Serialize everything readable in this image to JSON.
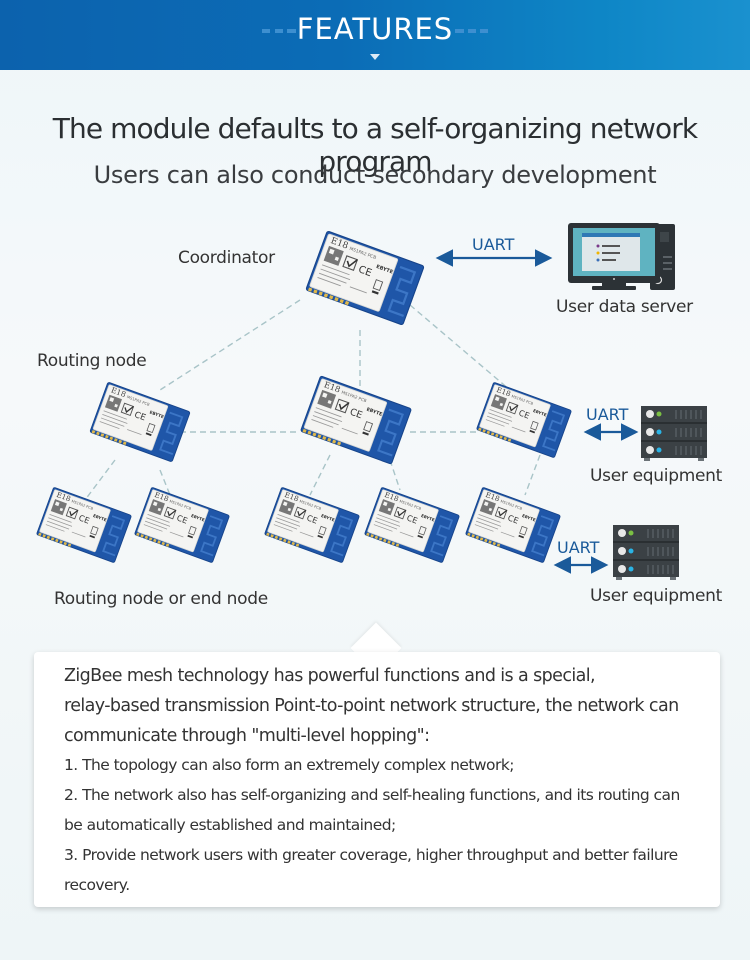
{
  "banner": {
    "title": "FEATURES",
    "colors": {
      "start": "#0c62ad",
      "end": "#1a91cf"
    }
  },
  "headline": "The module defaults to a self-organizing network program",
  "subline": "Users can also conduct secondary development",
  "diagram": {
    "labels": {
      "coordinator": "Coordinator",
      "routing_node": "Routing node",
      "routing_or_end_node": "Routing node or end node",
      "user_data_server": "User data server",
      "user_equipment_1": "User equipment",
      "user_equipment_2": "User equipment"
    },
    "uart_labels": [
      "UART",
      "UART",
      "UART"
    ],
    "module": {
      "model": "E18",
      "brand": "EBYTE",
      "mark": "CE",
      "colors": {
        "pcb": "#1f56a8",
        "shield": "#f4f4f2",
        "link": "#a9c4c8",
        "arrow": "#1a5a9a"
      }
    },
    "nodes": [
      {
        "name": "coordinator",
        "role": "Coordinator"
      },
      {
        "name": "router-left",
        "role": "Routing node"
      },
      {
        "name": "router-center",
        "role": "Routing node"
      },
      {
        "name": "router-right",
        "role": "Routing node"
      },
      {
        "name": "leaf-1",
        "role": "Routing node or end node"
      },
      {
        "name": "leaf-2",
        "role": "Routing node or end node"
      },
      {
        "name": "leaf-3",
        "role": "Routing node or end node"
      },
      {
        "name": "leaf-4",
        "role": "Routing node or end node"
      },
      {
        "name": "leaf-5",
        "role": "Routing node or end node"
      }
    ]
  },
  "description": {
    "intro_lines": [
      "ZigBee mesh technology has powerful functions and is a special,",
      "relay-based transmission Point-to-point network structure, the network can",
      "communicate through \"multi-level hopping\":"
    ],
    "points": [
      "1. The topology can also form an extremely complex network;",
      "2. The network also has self-organizing and self-healing functions, and its routing can",
      "be automatically established and maintained;",
      "3. Provide network users with greater coverage, higher throughput and better failure",
      "recovery."
    ]
  }
}
